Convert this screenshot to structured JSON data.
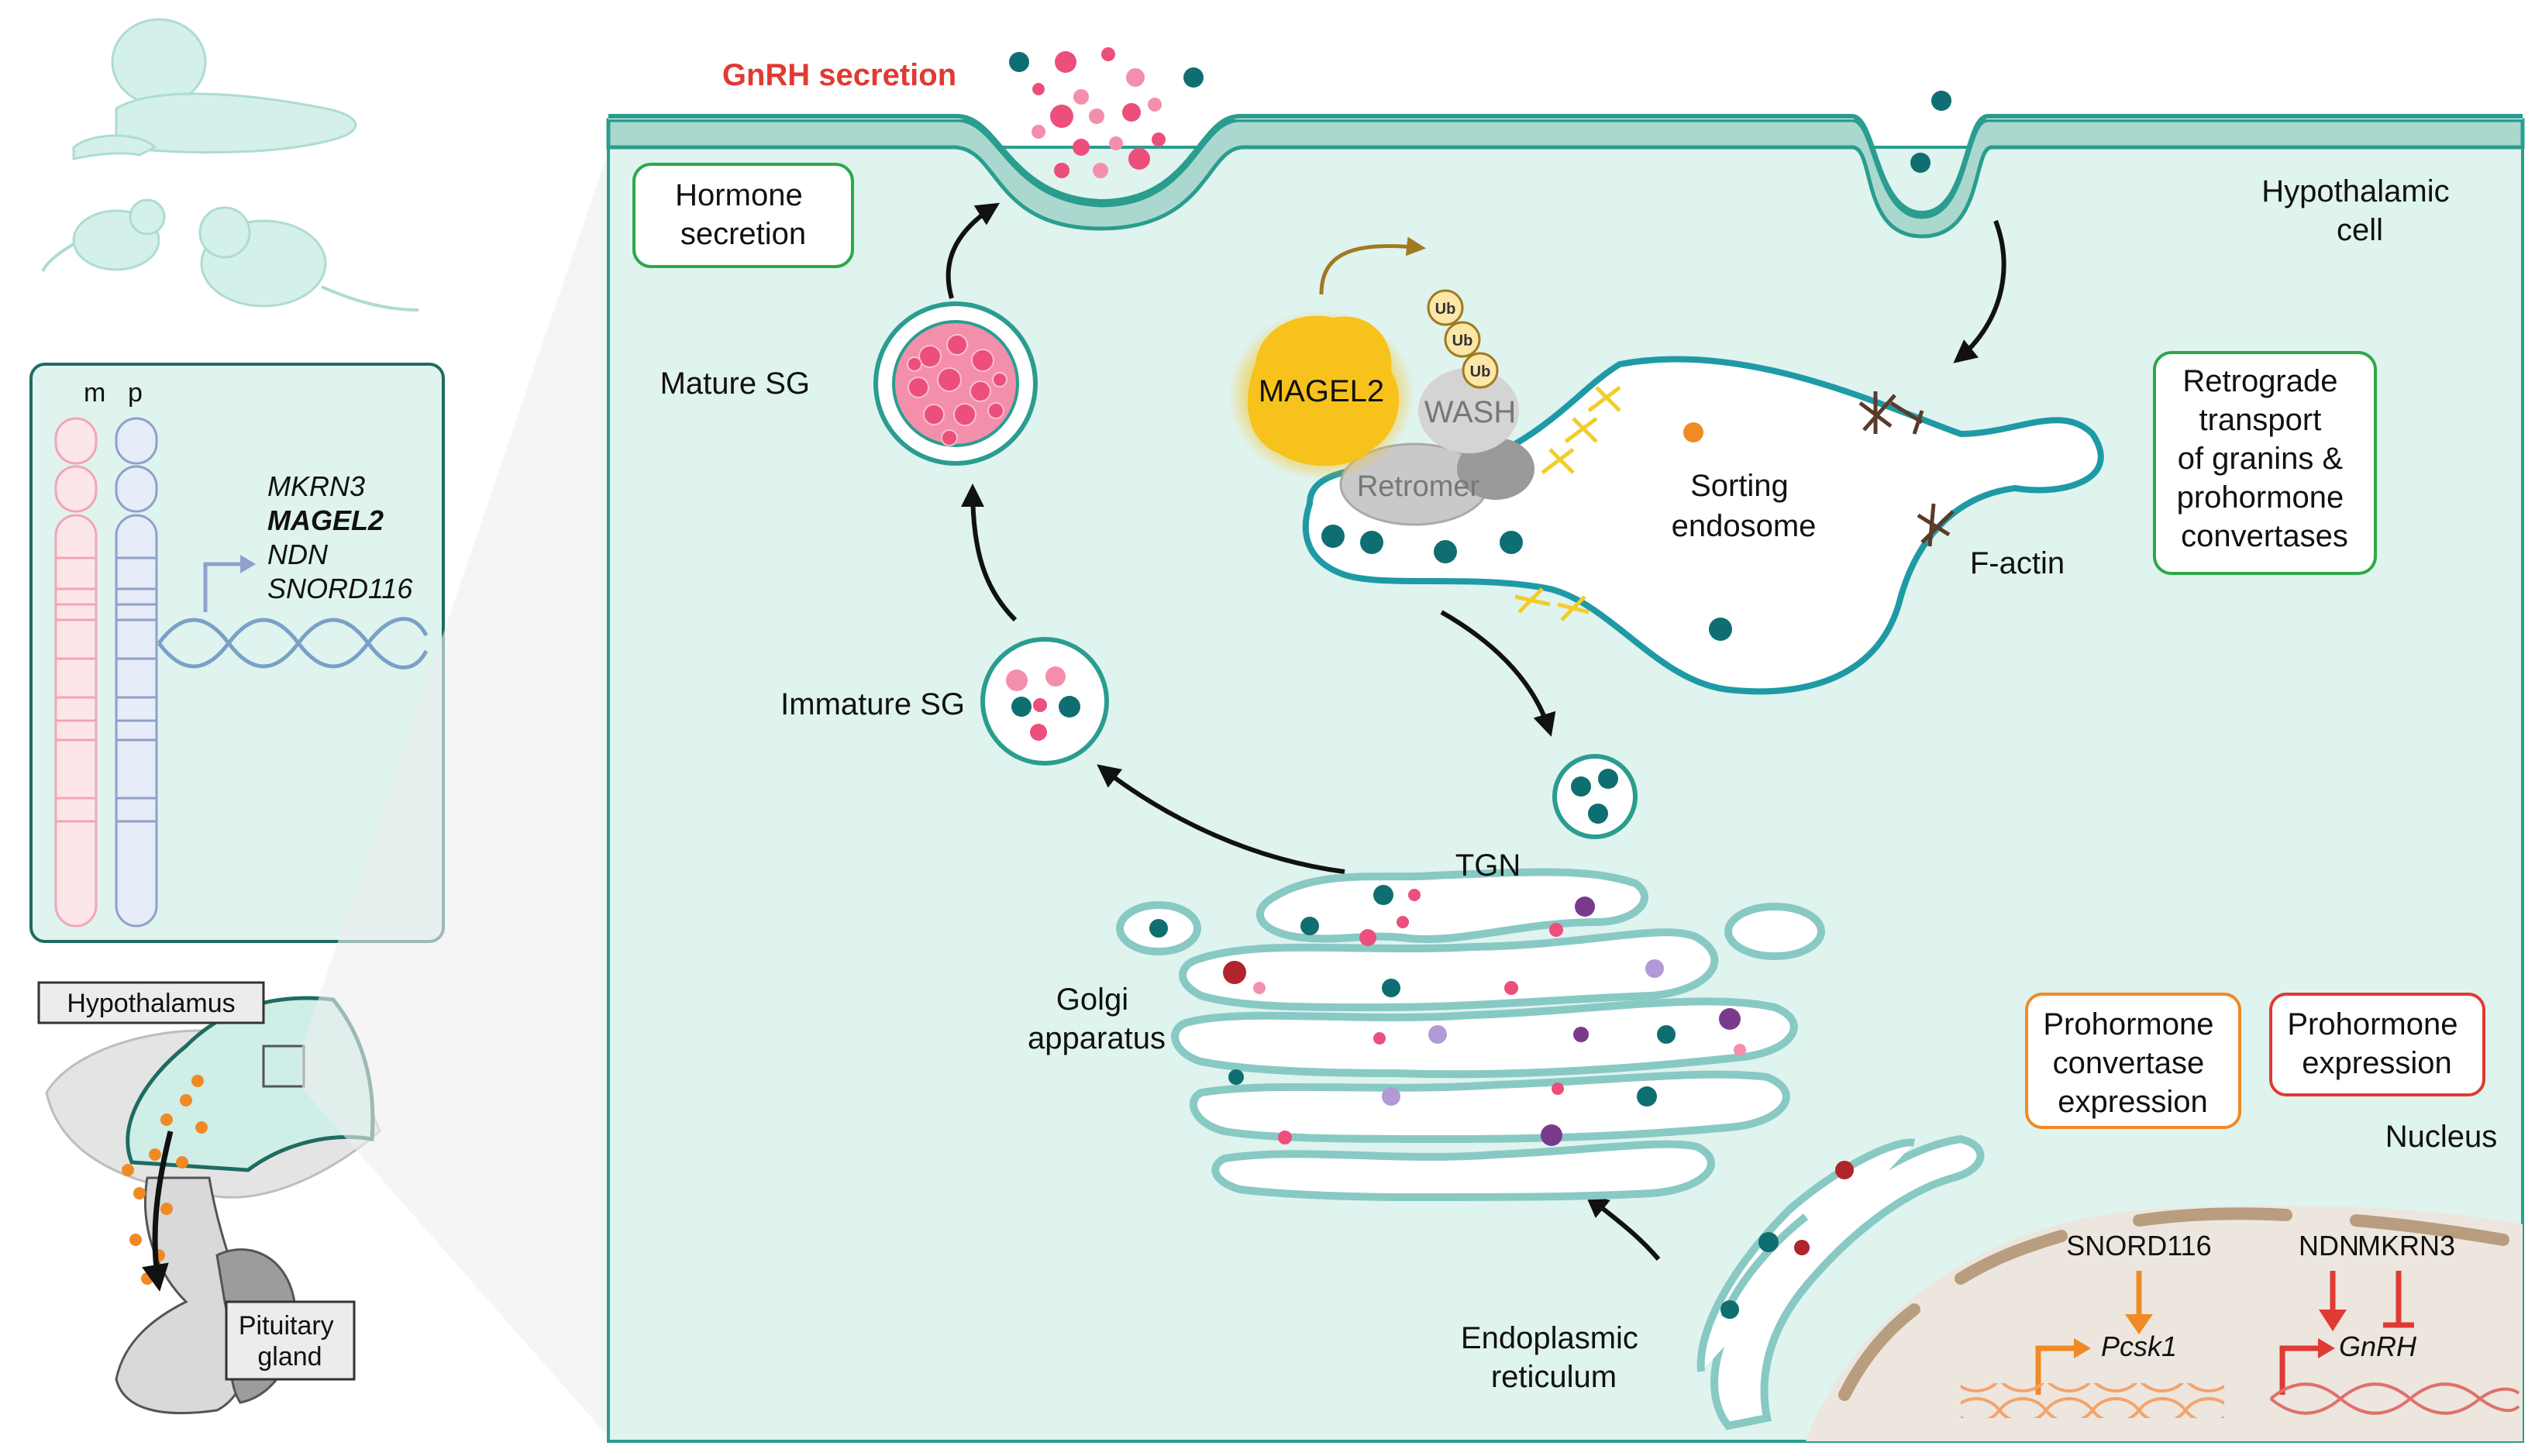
{
  "labels": {
    "gnrh_secretion": "GnRH secretion",
    "hormone_secretion": [
      "Hormone",
      "secretion"
    ],
    "hypothalamic_cell": [
      "Hypothalamic",
      "cell"
    ],
    "mature_sg": "Mature SG",
    "immature_sg": "Immature SG",
    "magel2": "MAGEL2",
    "wash": "WASH",
    "retromer": "Retromer",
    "ub": "Ub",
    "sorting_endosome": [
      "Sorting",
      "endosome"
    ],
    "f_actin": "F-actin",
    "retrograde": [
      "Retrograde",
      "transport",
      "of granins &",
      "prohormone",
      "convertases"
    ],
    "tgn": "TGN",
    "golgi": [
      "Golgi",
      "apparatus"
    ],
    "pc_expression": [
      "Prohormone",
      "convertase",
      "expression"
    ],
    "prohormone_expression": [
      "Prohormone",
      "expression"
    ],
    "nucleus": "Nucleus",
    "er": [
      "Endoplasmic",
      "reticulum"
    ],
    "snord116": "SNORD116",
    "pcsk1": "Pcsk1",
    "ndn": "NDN",
    "mkrn3": "MKRN3",
    "gnrh": "GnRH",
    "chrom_m": "m",
    "chrom_p": "p",
    "genes": [
      "MKRN3",
      "MAGEL2",
      "NDN",
      "SNORD116"
    ],
    "hypothalamus": "Hypothalamus",
    "pituitary": [
      "Pituitary",
      "gland"
    ]
  },
  "colors": {
    "cell_fill": "#dff3ef",
    "membrane": "#2a9d8f",
    "teal_dot": "#0f6e72",
    "pink": "#ec4f7c",
    "magel2": "#f7c21c",
    "red_text": "#e03a32",
    "orange": "#f08a24",
    "green_box": "#2ea84a",
    "purple": "#7a3a8c"
  },
  "icons": [
    "infant-and-mice-illustration",
    "chromosome-pair",
    "dna-helix",
    "brain-section",
    "f-actin-icon",
    "ubiquitin-icon"
  ]
}
